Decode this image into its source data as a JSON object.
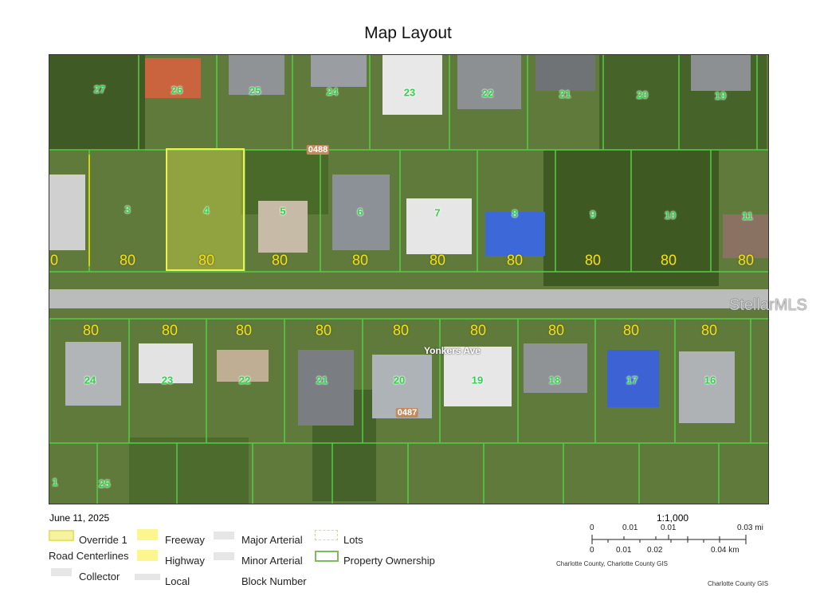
{
  "title": "Map Layout",
  "map": {
    "street": "Yonkers Ave",
    "watermark": "StellarMLS",
    "block_numbers": [
      "0488",
      "0487"
    ],
    "lots_north_row": [
      "27",
      "26",
      "25",
      "24",
      "23",
      "22",
      "21",
      "20",
      "19"
    ],
    "lots_middle_row": [
      "3",
      "4",
      "5",
      "6",
      "7",
      "8",
      "9",
      "10",
      "11"
    ],
    "frontage_middle": [
      "0",
      "80",
      "80",
      "80",
      "80",
      "80",
      "80",
      "80",
      "80",
      "80"
    ],
    "frontage_south": [
      "80",
      "80",
      "80",
      "80",
      "80",
      "80",
      "80",
      "80",
      "80"
    ],
    "lots_south_row": [
      "24",
      "23",
      "22",
      "21",
      "20",
      "19",
      "18",
      "17",
      "16"
    ],
    "lots_bottom": [
      "1",
      "25"
    ],
    "highlighted_lot": "4",
    "colors": {
      "parcel": "#55cc44",
      "highlight": "#f2ee50",
      "lots": "#f5e400",
      "block": "#c58a5a"
    }
  },
  "date": "June 11, 2025",
  "legend": {
    "override": "Override 1",
    "road_centerlines": "Road Centerlines",
    "collector": "Collector",
    "freeway": "Freeway",
    "highway": "Highway",
    "local": "Local",
    "major_arterial": "Major Arterial",
    "minor_arterial": "Minor Arterial",
    "block_number": "Block Number",
    "lots": "Lots",
    "property_ownership": "Property Ownership"
  },
  "scale": {
    "ratio": "1:1,000",
    "mi_ticks": [
      "0",
      "0.01",
      "0.01",
      "0.03 mi"
    ],
    "km_ticks": [
      "0",
      "0.01",
      "0.02",
      "0.04 km"
    ],
    "attribution": "Charlotte County, Charlotte County GIS",
    "credit": "Charlotte County GIS"
  }
}
